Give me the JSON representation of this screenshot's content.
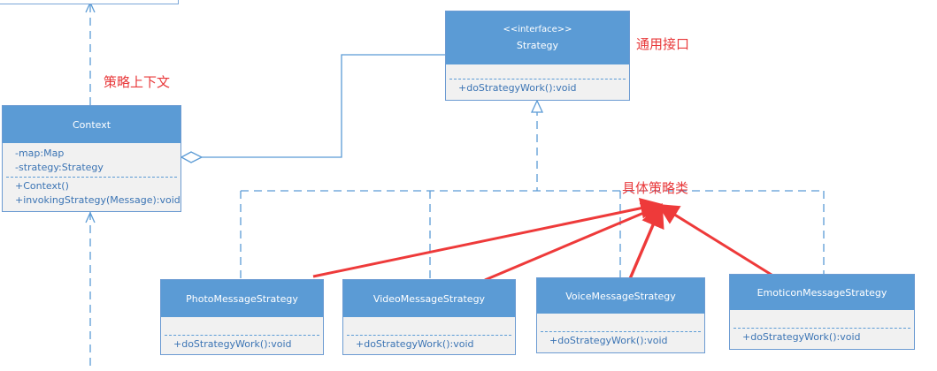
{
  "interface": {
    "stereotype": "<<interface>>",
    "name": "Strategy",
    "method": "+doStrategyWork():void"
  },
  "context": {
    "name": "Context",
    "attributes": [
      "-map:Map",
      "-strategy:Strategy"
    ],
    "methods": [
      "+Context()",
      "+invokingStrategy(Message):void"
    ]
  },
  "implementations": [
    {
      "name": "PhotoMessageStrategy",
      "method": "+doStrategyWork():void"
    },
    {
      "name": "VideoMessageStrategy",
      "method": "+doStrategyWork():void"
    },
    {
      "name": "VoiceMessageStrategy",
      "method": "+doStrategyWork():void"
    },
    {
      "name": "EmoticonMessageStrategy",
      "method": "+doStrategyWork():void"
    }
  ],
  "annotations": {
    "context_label": "策略上下文",
    "interface_label": "通用接口",
    "concrete_label": "具体策略类"
  },
  "colors": {
    "header": "#5b9bd5",
    "body": "#f1f1f1",
    "line": "#5b9bd5",
    "arrow": "#ee3a3a",
    "annotation": "#e8383a"
  }
}
